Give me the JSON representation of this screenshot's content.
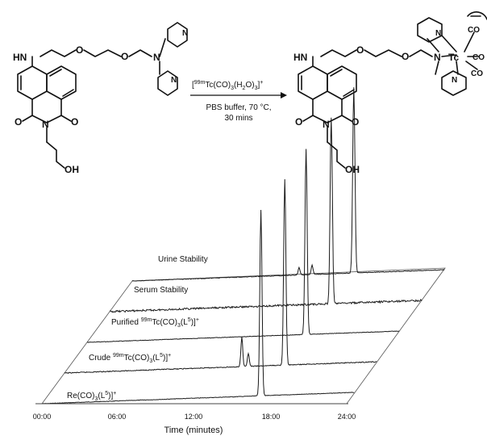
{
  "scheme": {
    "reagent": {
      "open": "[",
      "isotope": "99m",
      "formula": "Tc(CO)",
      "sub1": "3",
      "mid": "(H",
      "sub2": "2",
      "end": "O)",
      "sub3": "3",
      "close": "]",
      "charge": "+"
    },
    "conditions_line1": "PBS buffer, 70 °C,",
    "conditions_line2": "30 mins",
    "atoms": {
      "hn": "HN",
      "o": "O",
      "n": "N",
      "oh": "OH",
      "tc": "Tc",
      "co": "CO"
    }
  },
  "chart_data": {
    "type": "line",
    "subtype": "stacked chromatograms (waterfall)",
    "xlabel": "Time (minutes)",
    "x_ticks": [
      "00:00",
      "06:00",
      "12:00",
      "18:00",
      "24:00"
    ],
    "x_range_minutes": [
      0,
      24
    ],
    "series": [
      {
        "name_parts": {
          "main": "Re(CO)",
          "sub": "3",
          "mid": "(L",
          "sup": "5",
          "end": ")]",
          "charge": "+"
        },
        "name": "Re(CO)3(L5)]+",
        "peaks": [
          {
            "time_min": 16.8,
            "height": 1.0
          }
        ]
      },
      {
        "name_parts": {
          "main": "Crude ",
          "iso": "99m",
          "body": "Tc(CO)",
          "sub": "3",
          "mid": "(L",
          "sup": "5",
          "end": ")]",
          "charge": "+"
        },
        "name": "Crude 99mTc(CO)3(L5)]+",
        "peaks": [
          {
            "time_min": 13.6,
            "height": 0.16
          },
          {
            "time_min": 14.1,
            "height": 0.07
          },
          {
            "time_min": 16.9,
            "height": 1.0
          }
        ]
      },
      {
        "name_parts": {
          "main": "Purified ",
          "iso": "99m",
          "body": "Tc(CO)",
          "sub": "3",
          "mid": "(L",
          "sup": "5",
          "end": ")]",
          "charge": "+"
        },
        "name": "Purified 99mTc(CO)3(L5)]+",
        "peaks": [
          {
            "time_min": 16.8,
            "height": 1.0
          }
        ]
      },
      {
        "name_parts": {
          "main": "Serum Stability"
        },
        "name": "Serum Stability",
        "peaks": [
          {
            "time_min": 17.0,
            "height": 1.0
          }
        ]
      },
      {
        "name_parts": {
          "main": "Urine Stability"
        },
        "name": "Urine Stability",
        "peaks": [
          {
            "time_min": 12.8,
            "height": 0.04
          },
          {
            "time_min": 13.8,
            "height": 0.05
          },
          {
            "time_min": 17.0,
            "height": 1.0
          }
        ]
      }
    ],
    "grid": false,
    "legend": "labels on traces"
  }
}
